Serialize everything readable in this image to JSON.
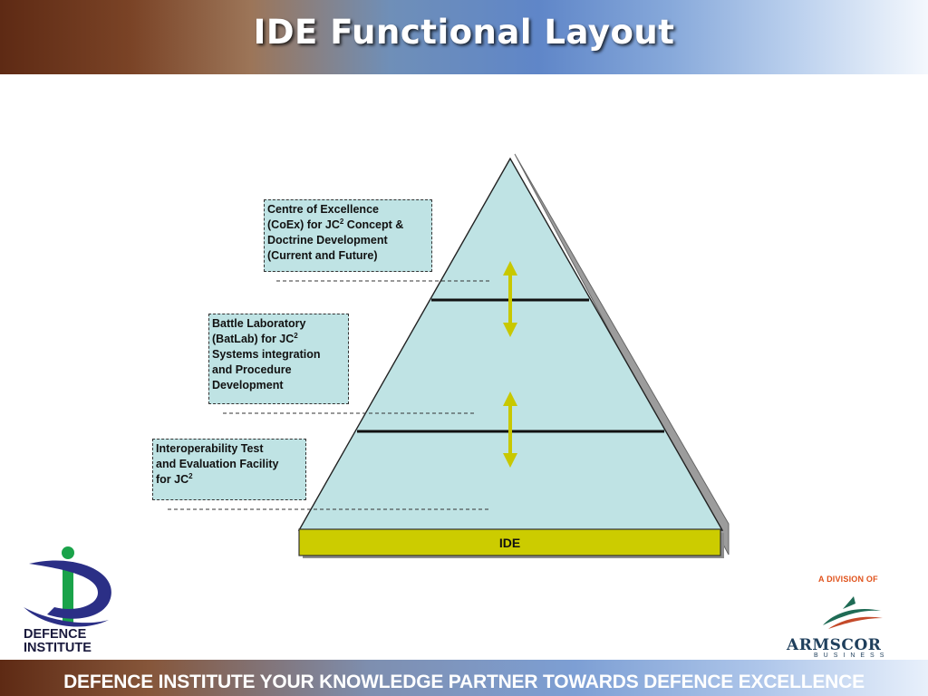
{
  "header": {
    "title": "IDE Functional Layout"
  },
  "diagram": {
    "levels": [
      {
        "line1": "Centre of Excellence",
        "line2": "(CoEx) for JC",
        "line2_sup": "2",
        "line2_tail": " Concept &",
        "line3": "Doctrine Development",
        "line4": "(Current and Future)"
      },
      {
        "line1": "Battle Laboratory",
        "line2": "(BatLab) for JC",
        "line2_sup": "2",
        "line3": "Systems integration",
        "line4": "and Procedure",
        "line5": "Development"
      },
      {
        "line1": "Interoperability Test",
        "line2": "and Evaluation Facility",
        "line3": "for JC",
        "line3_sup": "2"
      }
    ],
    "base_label": "IDE",
    "colors": {
      "pyramid_fill": "#bfe3e4",
      "base_fill": "#cccc00",
      "arrow": "#c8c800",
      "shadow": "#9c9c9c"
    }
  },
  "logo_left": {
    "line1": "DEFENCE",
    "line2": "INSTITUTE"
  },
  "logo_right": {
    "division": "A DIVISION OF",
    "name": "ARMSCOR",
    "sub": "BUSINESS"
  },
  "footer": {
    "text": "DEFENCE INSTITUTE YOUR KNOWLEDGE PARTNER TOWARDS DEFENCE EXCELLENCE"
  }
}
